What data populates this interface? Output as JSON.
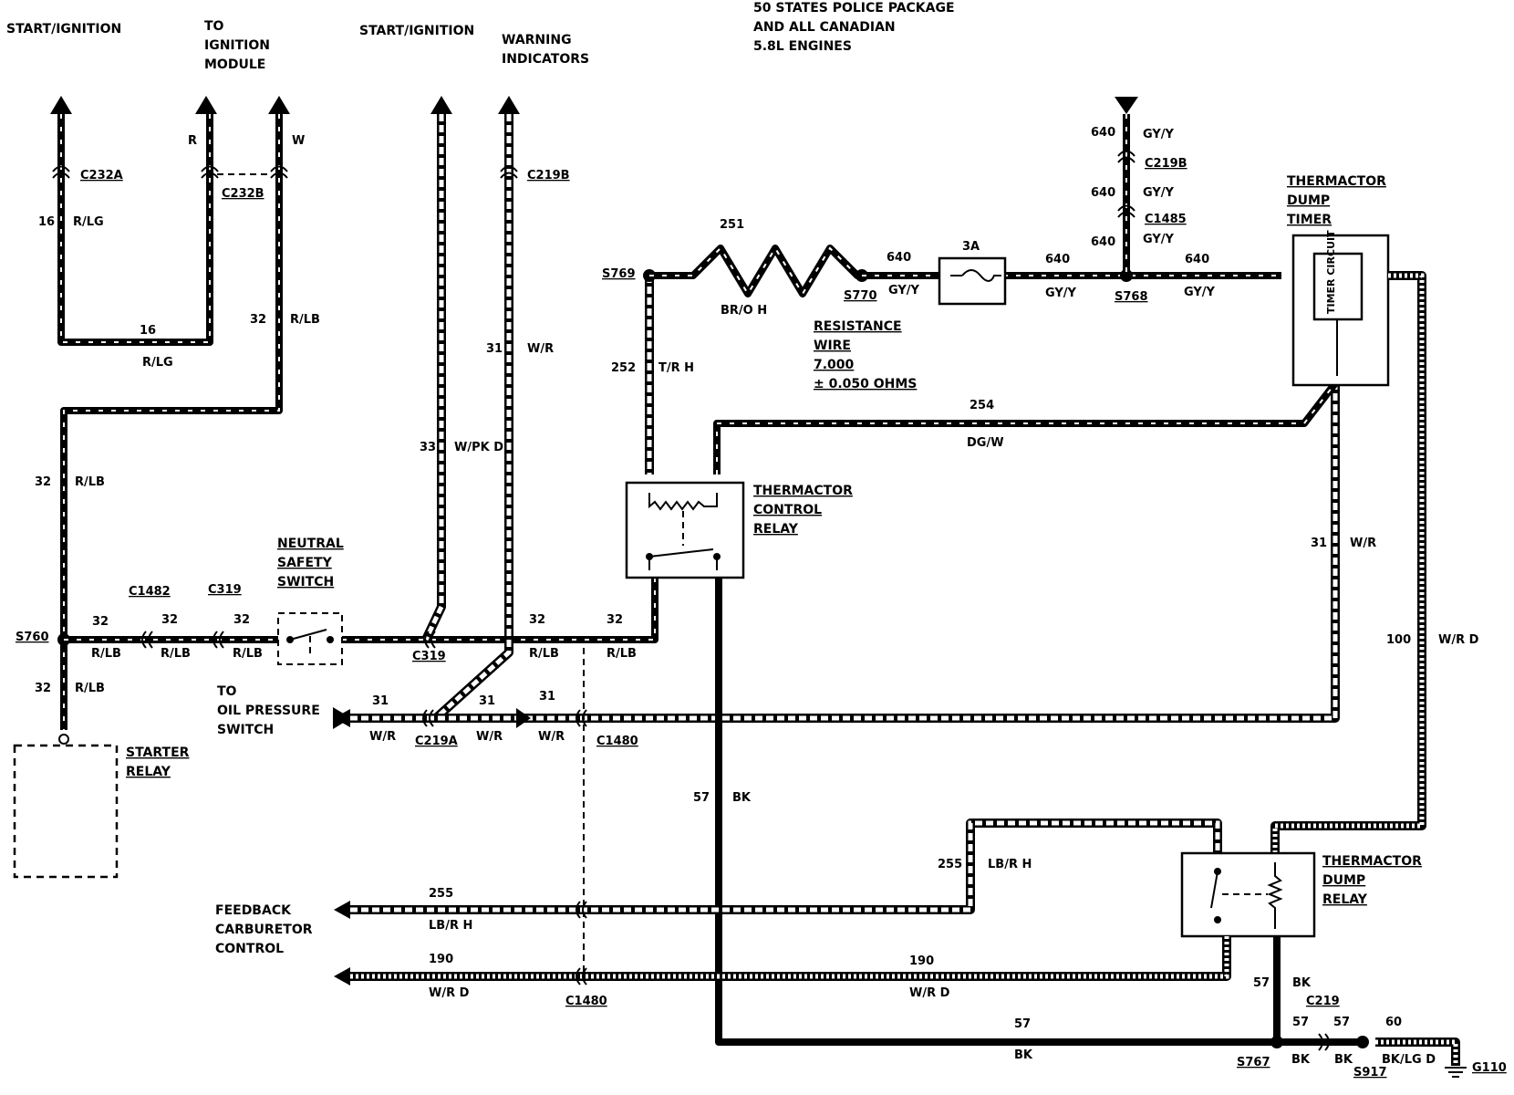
{
  "top_labels": {
    "start_ignition_left": "START/IGNITION",
    "to_ignition_module": [
      "TO",
      "IGNITION",
      "MODULE"
    ],
    "start_ignition_mid": "START/IGNITION",
    "warning_indicators": [
      "WARNING",
      "INDICATORS"
    ],
    "police_package": [
      "50 STATES POLICE PACKAGE",
      "AND ALL CANADIAN",
      "5.8L ENGINES"
    ]
  },
  "connectors": {
    "c232a": "C232A",
    "c232b": "C232B",
    "c219b_top": "C219B",
    "c219b_right": "C219B",
    "c1485": "C1485",
    "c1482": "C1482",
    "c319_top": "C319",
    "c319_bottom": "C319",
    "c219a": "C219A",
    "c1480_top": "C1480",
    "c1480_bottom": "C1480",
    "c219": "C219"
  },
  "splices": {
    "s760": "S760",
    "s769": "S769",
    "s770": "S770",
    "s768": "S768",
    "s767": "S767",
    "s917": "S917",
    "g110": "G110"
  },
  "components": {
    "neutral_safety_switch": [
      "NEUTRAL",
      "SAFETY",
      "SWITCH"
    ],
    "starter_relay": [
      "STARTER",
      "RELAY"
    ],
    "thermactor_control_relay": [
      "THERMACTOR",
      "CONTROL",
      "RELAY"
    ],
    "thermactor_dump_timer": [
      "THERMACTOR",
      "DUMP",
      "TIMER"
    ],
    "timer_circuit": "TIMER CIRCUIT",
    "thermactor_dump_relay": [
      "THERMACTOR",
      "DUMP",
      "RELAY"
    ],
    "fuse": "3A",
    "resistance_wire": [
      "RESISTANCE",
      "WIRE",
      "7.000",
      "± 0.050 OHMS"
    ],
    "to_oil_pressure_switch": [
      "TO",
      "OIL PRESSURE",
      "SWITCH"
    ],
    "feedback_carburetor_control": [
      "FEEDBACK",
      "CARBURETOR",
      "CONTROL"
    ]
  },
  "wires": {
    "w16_rlg_a": {
      "num": "16",
      "color": "R/LG"
    },
    "w16_rlg_b": {
      "num": "16",
      "color": "R/LG"
    },
    "w_r": "R",
    "w_w": "W",
    "w32_rlb_top": {
      "num": "32",
      "color": "R/LB"
    },
    "w32_rlb_left": {
      "num": "32",
      "color": "R/LB"
    },
    "w32_rlb_bottom": {
      "num": "32",
      "color": "R/LB"
    },
    "w32_h1": {
      "num": "32",
      "color": "R/LB"
    },
    "w32_h2": {
      "num": "32",
      "color": "R/LB"
    },
    "w32_h3": {
      "num": "32",
      "color": "R/LB"
    },
    "w32_h4": {
      "num": "32",
      "color": "R/LB"
    },
    "w32_h5": {
      "num": "32",
      "color": "R/LB"
    },
    "w33": {
      "num": "33",
      "color": "W/PK D"
    },
    "w31_top": {
      "num": "31",
      "color": "W/R"
    },
    "w31_a": {
      "num": "31",
      "color": "W/R"
    },
    "w31_b": {
      "num": "31",
      "color": "W/R"
    },
    "w31_c": {
      "num": "31",
      "color": "W/R"
    },
    "w31_right": {
      "num": "31",
      "color": "W/R"
    },
    "w251": {
      "num": "251",
      "color": "BR/O H"
    },
    "w252": {
      "num": "252",
      "color": "T/R H"
    },
    "w254": {
      "num": "254",
      "color": "DG/W"
    },
    "w640_s770": {
      "num": "640",
      "color": "GY/Y"
    },
    "w640_fuse": {
      "num": "640",
      "color": "GY/Y"
    },
    "w640_timer": {
      "num": "640",
      "color": "GY/Y"
    },
    "w640_v1": {
      "num": "640",
      "color": "GY/Y"
    },
    "w640_v2": {
      "num": "640",
      "color": "GY/Y"
    },
    "w640_v3": {
      "num": "640",
      "color": "GY/Y"
    },
    "w57_mid": {
      "num": "57",
      "color": "BK"
    },
    "w57_bottom": {
      "num": "57",
      "color": "BK"
    },
    "w57_right": {
      "num": "57",
      "color": "BK"
    },
    "w57_c219a": {
      "num": "57",
      "color": "BK"
    },
    "w57_c219b": {
      "num": "57",
      "color": "BK"
    },
    "w60": {
      "num": "60",
      "color": "BK/LG D"
    },
    "w100": {
      "num": "100",
      "color": "W/R D"
    },
    "w255_left": {
      "num": "255",
      "color": "LB/R H"
    },
    "w255_right": {
      "num": "255",
      "color": "LB/R H"
    },
    "w190_left": {
      "num": "190",
      "color": "W/R D"
    },
    "w190_right": {
      "num": "190",
      "color": "W/R D"
    }
  }
}
